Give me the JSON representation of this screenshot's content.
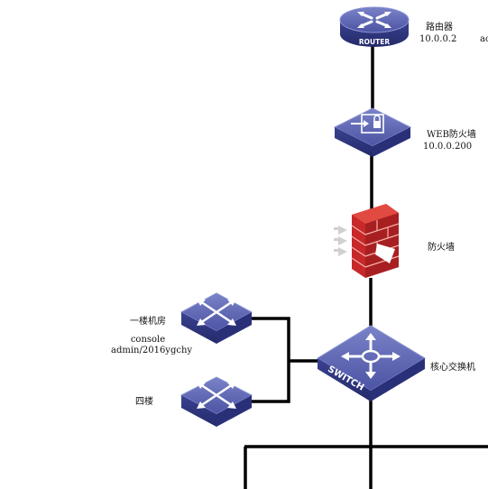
{
  "nodes": {
    "router": {
      "name": "路由器",
      "ip": "10.0.0.2",
      "badge": "ROUTER",
      "icon": "router-icon",
      "extra": "ac"
    },
    "web_firewall": {
      "name": "WEB防火墙",
      "ip": "10.0.0.200",
      "icon": "web-firewall-icon"
    },
    "firewall": {
      "name": "防火墙",
      "icon": "brick-firewall-icon"
    },
    "core_switch": {
      "name": "核心交换机",
      "badge": "SWITCH",
      "icon": "core-switch-icon"
    },
    "floor1_switch": {
      "name": "一楼机房",
      "console": "console",
      "credentials": "admin/2016ygchy",
      "icon": "access-switch-icon"
    },
    "floor4_switch": {
      "name": "四楼",
      "icon": "access-switch-icon"
    }
  },
  "colors": {
    "device_top": "#5b63b0",
    "device_side": "#2f3680",
    "device_edge": "#8a92d4",
    "firewall_red": "#c8282a",
    "link": "#000000"
  }
}
